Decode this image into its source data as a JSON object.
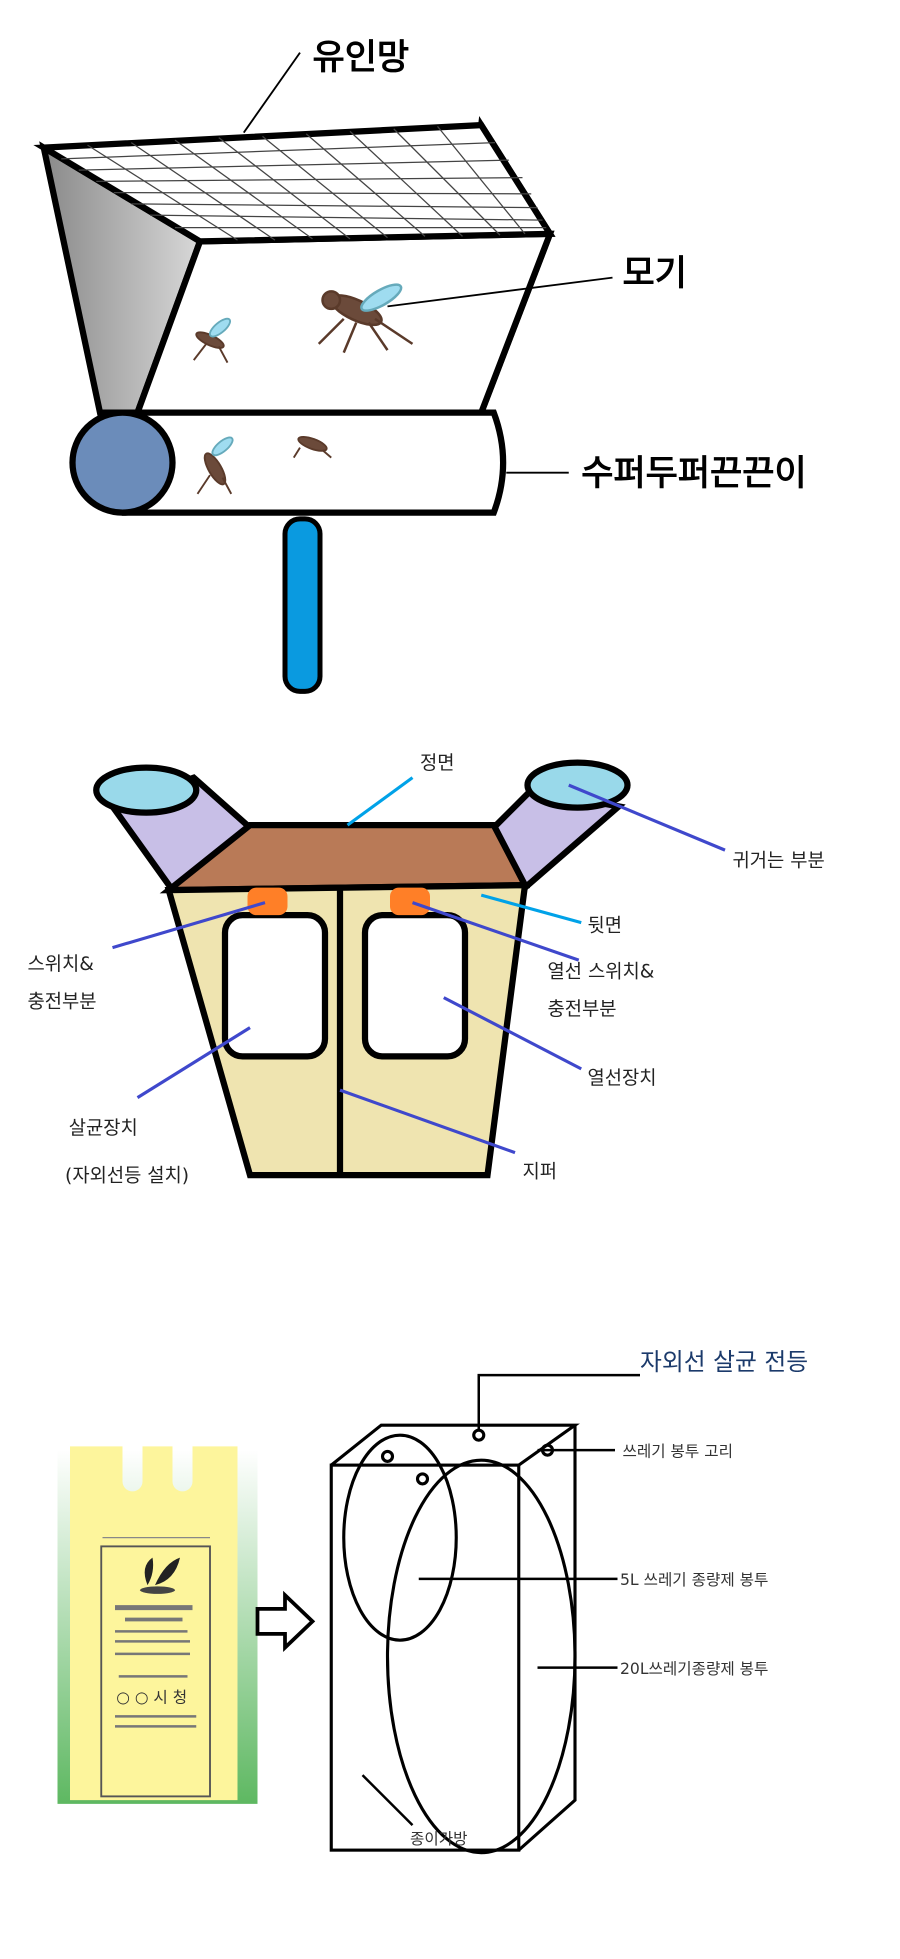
{
  "diagram1": {
    "labels": {
      "net": "유인망",
      "mosquito": "모기",
      "sticky": "수퍼두퍼끈끈이"
    },
    "colors": {
      "side": "#a0a0a0",
      "tube_end": "#6b8cba",
      "handle": "#0a9ae0"
    }
  },
  "diagram2": {
    "labels": {
      "front": "정면",
      "ear": "귀거는 부분",
      "back": "뒷면",
      "switch_l1": "스위치&",
      "switch_l2": "충전부분",
      "heat_switch_l1": "열선 스위치&",
      "heat_switch_l2": "충전부분",
      "heater": "열선장치",
      "sterilizer_l1": "살균장치",
      "sterilizer_l2": "(자외선등 설치)",
      "zipper": "지퍼"
    },
    "colors": {
      "top": "#b97a57",
      "body": "#efe4b0",
      "ear_tube": "#c8bfe7",
      "ear_hole": "#99d9ea",
      "switch": "#ff7f27",
      "leader": "#3f48cc",
      "leader_light": "#00a2e8"
    }
  },
  "diagram3": {
    "labels": {
      "uv_lamp": "자외선 살균 전등",
      "hook": "쓰레기 봉투 고리",
      "bag5": "5L 쓰레기 종량제 봉투",
      "bag20": "20L쓰레기종량제 봉투",
      "paper_bag": "종이가방"
    },
    "bag_print": {
      "city": "○ ○ 시 청"
    },
    "colors": {
      "bag": "#fdf59c",
      "bag_edge": "#4cb050"
    }
  }
}
